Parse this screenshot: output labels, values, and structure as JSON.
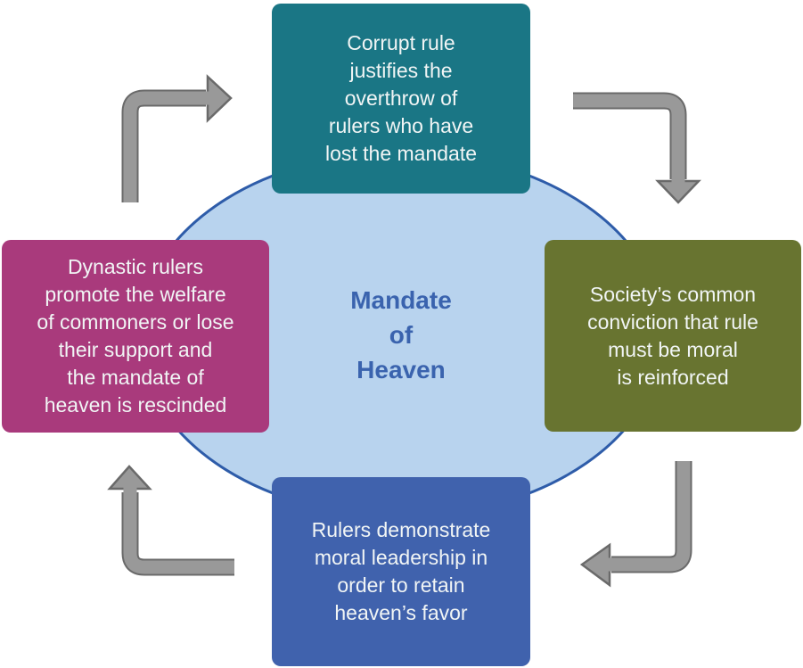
{
  "diagram": {
    "center": {
      "label": "Mandate\nof\nHeaven",
      "ellipse_fill": "#b8d3ee",
      "ellipse_border": "#2e5ca9",
      "label_color": "#3a63ae"
    },
    "nodes": {
      "top": {
        "text": "Corrupt rule\njustifies the\noverthrow of\nrulers who have\nlost the mandate",
        "color": "#1a7685"
      },
      "right": {
        "text": "Society’s common\nconviction that rule\nmust be moral\nis reinforced",
        "color": "#687430"
      },
      "bottom": {
        "text": "Rulers demonstrate\nmoral leadership in\norder to retain\nheaven’s favor",
        "color": "#4062ad"
      },
      "left": {
        "text": "Dynastic rulers\npromote the welfare\nof commoners or lose\ntheir support and\nthe mandate of\nheaven is rescinded",
        "color": "#a93a7c"
      }
    },
    "node_text_color": "#f1f5f5",
    "arrows": {
      "fill": "#999999",
      "outline": "#6a6a6a",
      "flow": "clockwise"
    }
  }
}
